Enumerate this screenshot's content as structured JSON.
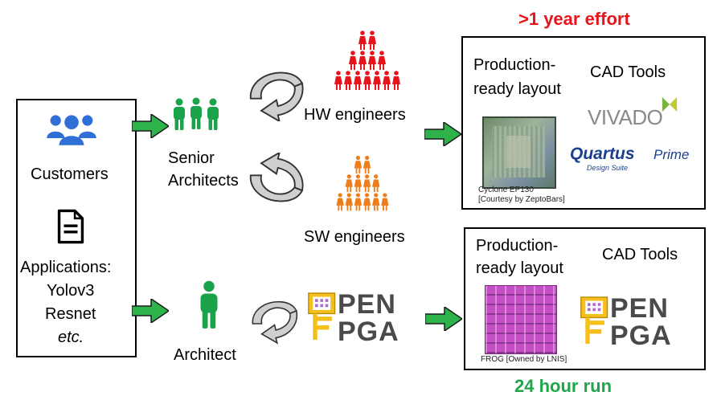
{
  "effort_top": ">1 year effort",
  "effort_bottom": "24 hour run",
  "left_box": {
    "customers": "Customers",
    "applications_label": "Applications:",
    "app_1": "Yolov3",
    "app_2": "Resnet",
    "app_3": "etc."
  },
  "top_flow": {
    "senior_line1": "Senior",
    "senior_line2": "Architects",
    "hw_engineers": "HW engineers",
    "sw_engineers": "SW engineers"
  },
  "bottom_flow": {
    "architect": "Architect"
  },
  "top_result": {
    "production_line1": "Production-",
    "production_line2": "ready layout",
    "cad_tools": "CAD Tools",
    "chip_caption_1": "Cyclone EP130",
    "chip_caption_2": "[Courtesy by ZeptoBars]",
    "vivado": "VIVADO",
    "quartus": "Quartus",
    "prime": "Prime",
    "design_suite": "Design Suite"
  },
  "bottom_result": {
    "production_line1": "Production-",
    "production_line2": "ready layout",
    "cad_tools": "CAD Tools",
    "chip_caption": "FROG [Owned by LNIS]"
  },
  "openfpga": {
    "pen": "PEN",
    "pga": "PGA"
  },
  "colors": {
    "red": "#e8141c",
    "green_text": "#1fa64a",
    "person_green": "#1aa34a",
    "arrow_green": "#2db34a",
    "orange": "#ef7d1a",
    "blue": "#2f6fd6",
    "openfpga_yellow": "#f5c01e"
  },
  "icons": [
    "customers-icon",
    "document-icon",
    "senior-architects-icon",
    "hw-engineers-icon",
    "sw-engineers-icon",
    "architect-icon",
    "curved-arrow-icon",
    "openfpga-logo",
    "xilinx-logo"
  ]
}
